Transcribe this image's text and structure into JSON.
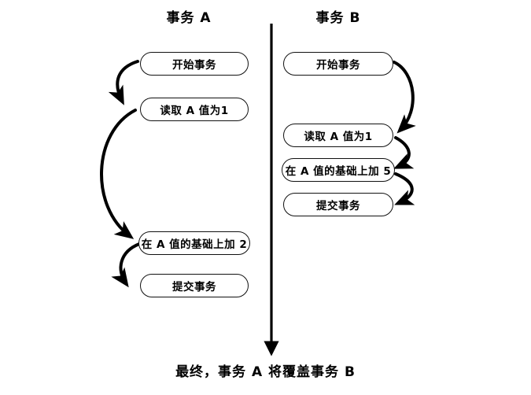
{
  "diagram": {
    "title_caption": "最终，事务 A 将覆盖事务 B",
    "background_color": "#ffffff",
    "stroke_color": "#000000",
    "columns": [
      {
        "id": "transaction-a",
        "header": "事务 A",
        "steps": [
          {
            "label": "开始事务"
          },
          {
            "label": "读取 A 值为1"
          },
          {
            "label": "在 A 值的基础上加 2"
          },
          {
            "label": "提交事务"
          }
        ]
      },
      {
        "id": "transaction-b",
        "header": "事务 B",
        "steps": [
          {
            "label": "开始事务"
          },
          {
            "label": "读取 A 值为1"
          },
          {
            "label": "在 A 值的基础上加 5"
          },
          {
            "label": "提交事务"
          }
        ]
      }
    ],
    "timeline": {
      "name": "time-axis",
      "direction": "downward"
    }
  }
}
